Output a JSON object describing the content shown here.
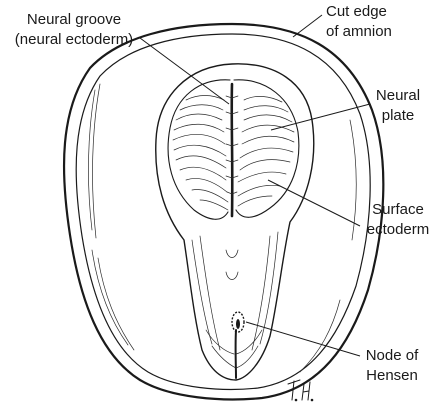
{
  "labels": {
    "neural_groove_line1": "Neural groove",
    "neural_groove_line2": "(neural ectoderm)",
    "cut_edge_line1": "Cut edge",
    "cut_edge_line2": "of amnion",
    "neural_plate_line1": "Neural",
    "neural_plate_line2": "plate",
    "surface_ectoderm_line1": "Surface",
    "surface_ectoderm_line2": "ectoderm",
    "node_line1": "Node of",
    "node_line2": "Hensen"
  },
  "signature": "T.H."
}
